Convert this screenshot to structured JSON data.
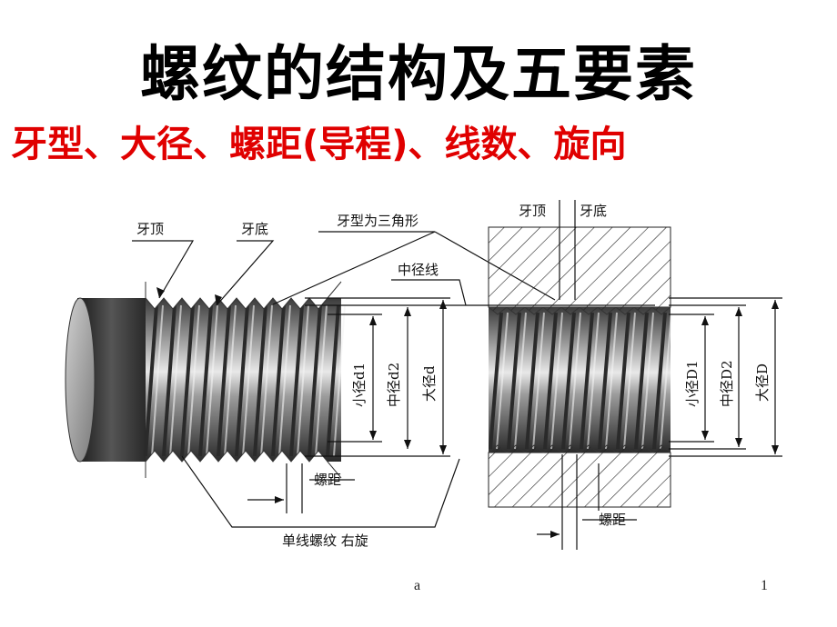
{
  "title": "螺纹的结构及五要素",
  "subtitle": "牙型、大径、螺距(导程)、线数、旋向",
  "footer": {
    "left": "a",
    "right": "1"
  },
  "labels": {
    "crest_left": "牙顶",
    "root_left": "牙底",
    "thread_form": "牙型为三角形",
    "pitch_line": "中径线",
    "crest_right": "牙顶",
    "root_right": "牙底",
    "minor_d1": "小径d1",
    "pitch_d2": "中径d2",
    "major_d": "大径d",
    "minor_D1": "小径D1",
    "pitch_D2": "中径D2",
    "major_D": "大径D",
    "pitch_left": "螺距",
    "single_right": "单线螺纹 右旋",
    "pitch_right": "螺距"
  }
}
